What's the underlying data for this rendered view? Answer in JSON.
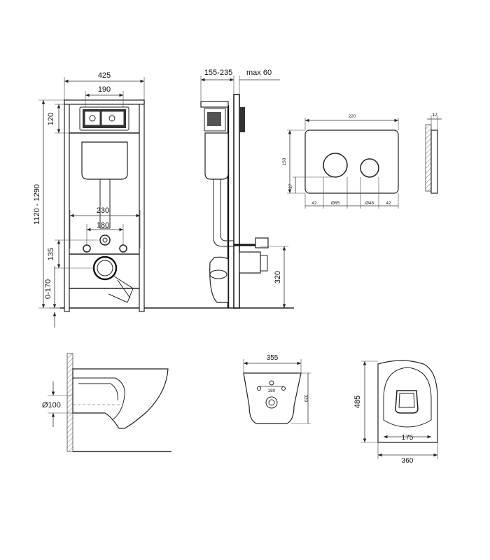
{
  "front_view": {
    "frame_width": "425",
    "panel_opening_width": "190",
    "top_height": "120",
    "total_height_range": "1120 - 1290",
    "fixing_distance": "230",
    "inner_distance": "180",
    "drain_height": "135",
    "foot_range": "0-170"
  },
  "side_view": {
    "depth_range": "155-235",
    "max_wall": "max 60",
    "outlet_height": "320"
  },
  "flush_plate": {
    "width": "220",
    "height": "150",
    "thickness": "12",
    "offset_bottom": "27",
    "margin_left": "42",
    "button_large": "Ø65",
    "button_small": "Ø48",
    "margin_right": "42"
  },
  "bowl_side": {
    "pipe_diameter": "Ø100"
  },
  "bowl_back": {
    "width": "355",
    "bolt_spacing": "180",
    "height": "320"
  },
  "bowl_top": {
    "length": "485",
    "inner_width": "175",
    "outer_width": "360"
  }
}
